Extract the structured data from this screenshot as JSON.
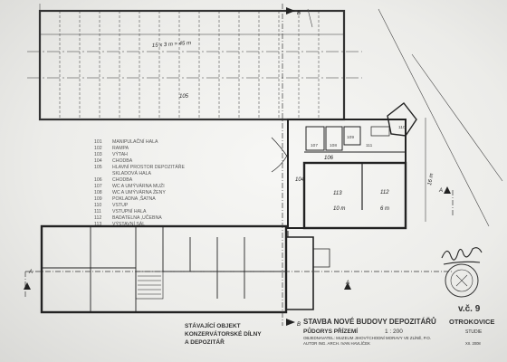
{
  "hall_dimension": "15 x 3 m = 45 m",
  "dim_right": "16 m",
  "dim_room113": "10 m",
  "dim_room112": "6 m",
  "rooms": {
    "r105": "105",
    "r104": "104",
    "r106": "106",
    "r107": "107",
    "r108": "108",
    "r109": "109",
    "r110": "110",
    "r111": "111",
    "r112": "112",
    "r113": "113"
  },
  "legend": [
    {
      "num": "101",
      "name": "MANIPULAČNÍ HALA"
    },
    {
      "num": "102",
      "name": "RAMPA"
    },
    {
      "num": "103",
      "name": "VÝTAH"
    },
    {
      "num": "104",
      "name": "CHODBA"
    },
    {
      "num": "105",
      "name": "HLAVNÍ PROSTOR DEPOZITÁŘE"
    },
    {
      "num": "",
      "name": "SKLADOVÁ HALA"
    },
    {
      "num": "106",
      "name": "CHODBA"
    },
    {
      "num": "107",
      "name": "WC A UMÝVÁRNA MUŽI"
    },
    {
      "num": "108",
      "name": "WC A UMÝVÁRNA ŽENY"
    },
    {
      "num": "109",
      "name": "POKLADNA ,ŠATNA"
    },
    {
      "num": "110",
      "name": "VSTUP"
    },
    {
      "num": "111",
      "name": "VSTUPNÍ HALA"
    },
    {
      "num": "112",
      "name": "BADATELNA ,UČEBNA"
    },
    {
      "num": "113",
      "name": "VÝSTAVNÍ SÁL"
    }
  ],
  "existing_note": [
    "STÁVAJÍCÍ OBJEKT",
    "KONZERVÁTORSKÉ DÍLNY",
    "A DEPOZITÁŘ"
  ],
  "section_marks": {
    "a": "A",
    "b": "B"
  },
  "title_block": {
    "title": "STAVBA NOVÉ BUDOVY DEPOZITÁŘŮ",
    "subtitle": "PŮDORYS PŘÍZEMÍ",
    "scale": "1 : 200",
    "client": "OBJEDNAVATEL: MUZEUM JIHOVÝCHODNÍ MORAVY VE ZLÍNĚ, P.O.",
    "author": "AUTOR          ING. ARCH. IVAN HAVLÍČEK",
    "sheet_no": "v.č. 9",
    "place": "OTROKOVICE",
    "stage": "STUDIE",
    "date": "XII. 2008"
  }
}
